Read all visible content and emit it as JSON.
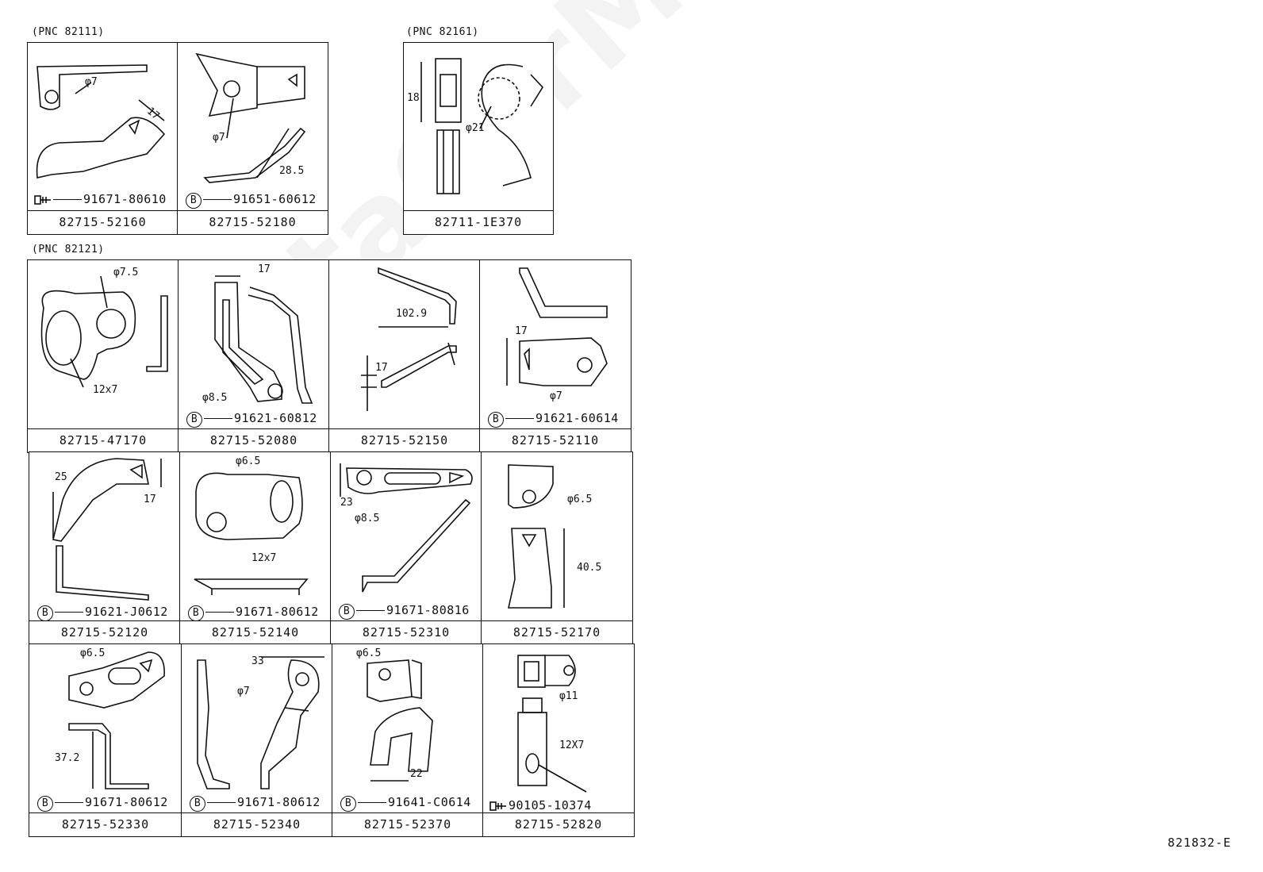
{
  "watermark": "ToyotaCarMine.ru",
  "reference_code": "821832-E",
  "groups": [
    {
      "label": "(PNC 82111)"
    },
    {
      "label": "(PNC 82161)"
    },
    {
      "label": "(PNC 82121)"
    }
  ],
  "cells": [
    {
      "part": "82715-52160",
      "fastener": "91671-80610",
      "fastener_icon": "screw-icon",
      "dims": [
        "φ7",
        "17"
      ]
    },
    {
      "part": "82715-52180",
      "fastener": "91651-60612",
      "fastener_icon": "bolt-b-icon",
      "dims": [
        "φ7",
        "28.5"
      ]
    },
    {
      "part": "82711-1E370",
      "fastener": "",
      "fastener_icon": "",
      "dims": [
        "18",
        "φ21"
      ]
    },
    {
      "part": "82715-47170",
      "fastener": "",
      "fastener_icon": "",
      "dims": [
        "φ7.5",
        "12x7"
      ]
    },
    {
      "part": "82715-52080",
      "fastener": "91621-60812",
      "fastener_icon": "bolt-b-icon",
      "dims": [
        "17",
        "φ8.5"
      ]
    },
    {
      "part": "82715-52150",
      "fastener": "",
      "fastener_icon": "",
      "dims": [
        "102.9",
        "17"
      ]
    },
    {
      "part": "82715-52110",
      "fastener": "91621-60614",
      "fastener_icon": "bolt-b-icon",
      "dims": [
        "17",
        "φ7"
      ]
    },
    {
      "part": "82715-52120",
      "fastener": "91621-J0612",
      "fastener_icon": "bolt-b-icon",
      "dims": [
        "25",
        "17"
      ]
    },
    {
      "part": "82715-52140",
      "fastener": "91671-80612",
      "fastener_icon": "bolt-b-icon",
      "dims": [
        "φ6.5",
        "12x7"
      ]
    },
    {
      "part": "82715-52310",
      "fastener": "91671-80816",
      "fastener_icon": "bolt-b-icon",
      "dims": [
        "23",
        "φ8.5"
      ]
    },
    {
      "part": "82715-52170",
      "fastener": "",
      "fastener_icon": "",
      "dims": [
        "φ6.5",
        "40.5"
      ]
    },
    {
      "part": "82715-52330",
      "fastener": "91671-80612",
      "fastener_icon": "bolt-b-icon",
      "dims": [
        "φ6.5",
        "37.2"
      ]
    },
    {
      "part": "82715-52340",
      "fastener": "91671-80612",
      "fastener_icon": "bolt-b-icon",
      "dims": [
        "33",
        "φ7"
      ]
    },
    {
      "part": "82715-52370",
      "fastener": "91641-C0614",
      "fastener_icon": "bolt-b-icon",
      "dims": [
        "φ6.5",
        "22"
      ]
    },
    {
      "part": "82715-52820",
      "fastener": "90105-10374",
      "fastener_icon": "screw-icon",
      "dims": [
        "φ11",
        "12X7"
      ]
    }
  ],
  "bolt_symbol": "B"
}
